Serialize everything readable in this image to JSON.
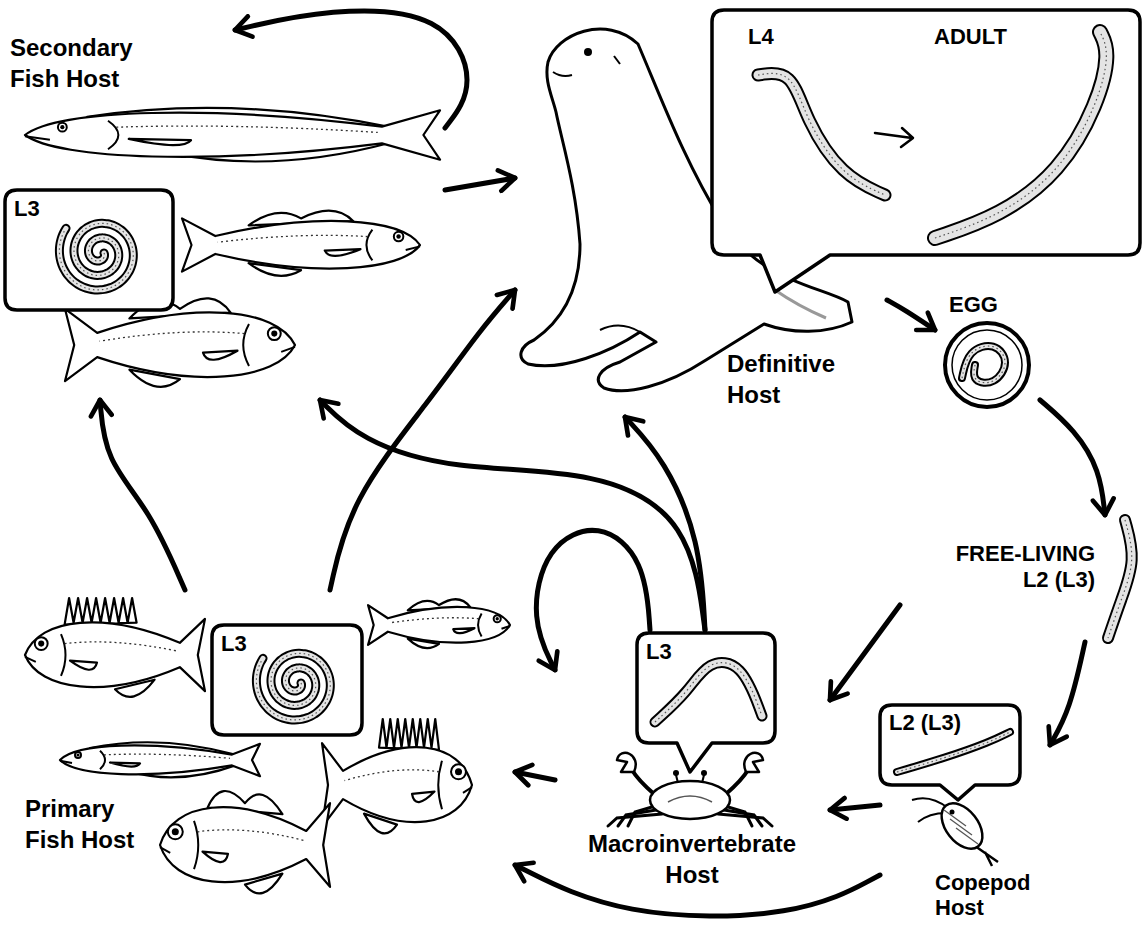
{
  "diagram": {
    "nodes": [
      {
        "text": [
          "Secondary Fish Host"
        ]
      },
      {
        "text": [
          "L3"
        ],
        "in": 0
      },
      {
        "text": [
          "Definitive Host"
        ]
      },
      {
        "text": [
          "L4",
          "ADULT"
        ]
      },
      {
        "text": [
          "EGG"
        ]
      },
      {
        "text": [
          "FREE-LIVING L2 (L3)"
        ]
      },
      {
        "text": [
          "Primary Fish Host"
        ]
      },
      {
        "text": [
          "L3"
        ],
        "in": 6
      },
      {
        "text": [
          "Macroinvertebrate Host"
        ]
      },
      {
        "text": [
          "L3"
        ],
        "in": 8
      },
      {
        "text": [
          "Copepod Host"
        ]
      },
      {
        "text": [
          "L2 (L3)"
        ],
        "in": 10
      }
    ],
    "edges": [
      {
        "from": 0,
        "to": 0,
        "arrow": "to"
      },
      {
        "from": 0,
        "to": 2,
        "arrow": "to"
      },
      {
        "from": 6,
        "to": 0,
        "arrow": "to"
      },
      {
        "from": 6,
        "to": 2,
        "arrow": "to"
      },
      {
        "from": 8,
        "to": 0,
        "arrow": "to"
      },
      {
        "from": 8,
        "to": 2,
        "arrow": "to"
      },
      {
        "from": 8,
        "to": 8,
        "arrow": "to"
      },
      {
        "from": 2,
        "to": 4,
        "arrow": "to"
      },
      {
        "from": 4,
        "to": 5,
        "arrow": "to"
      },
      {
        "from": 5,
        "to": 8,
        "arrow": "to"
      },
      {
        "from": 5,
        "to": 10,
        "arrow": "to"
      },
      {
        "from": 10,
        "to": 8,
        "arrow": "to"
      },
      {
        "from": 10,
        "to": 6,
        "arrow": "to"
      },
      {
        "from": 8,
        "to": 6,
        "arrow": "to"
      }
    ]
  }
}
